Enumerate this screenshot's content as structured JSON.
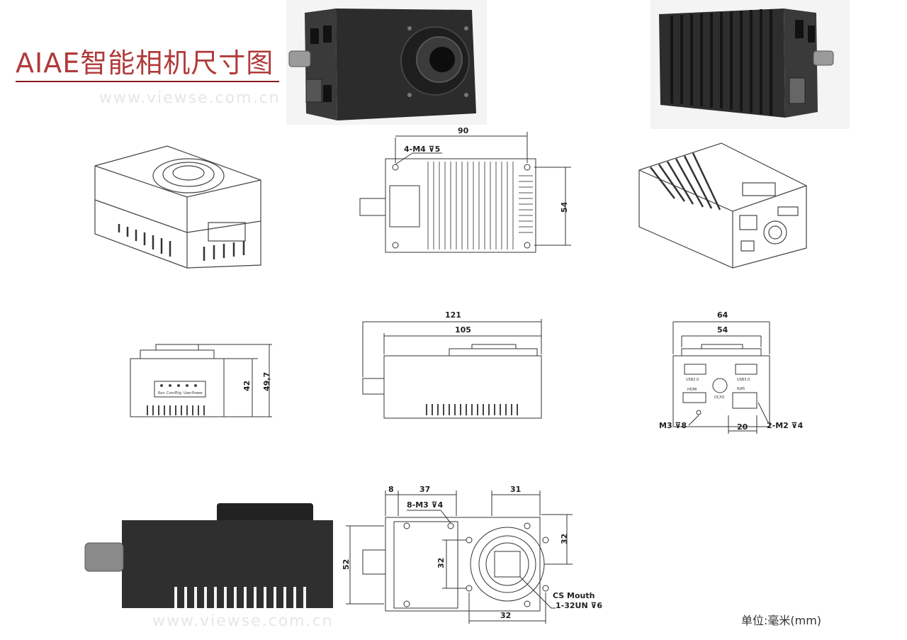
{
  "title": "AIAE智能相机尺寸图",
  "watermark": "www.viewse.com.cn",
  "unit_label": "单位:毫米(mm)",
  "top_view": {
    "width_dim": "90",
    "height_dim": "54",
    "hole_note": "4-M4 ⊽5"
  },
  "side_view": {
    "overall_length": "121",
    "body_length": "105"
  },
  "front_left": {
    "height_body": "42",
    "height_total": "49,7",
    "led_labels": [
      "Run",
      "Conn",
      "Trig",
      "User",
      "Power"
    ]
  },
  "rear_view": {
    "overall_width": "64",
    "body_width": "54",
    "spacing_dim": "20",
    "left_hole_note": "M3 ⊽8",
    "right_hole_note": "2-M2 ⊽4",
    "port_labels": [
      "USB2.0",
      "USB3.0",
      "HDMI",
      "DC/IO",
      "RJ45"
    ]
  },
  "bottom_view": {
    "dim_8": "8",
    "dim_37": "37",
    "dim_31": "31",
    "dim_52": "52",
    "dim_32_left": "32",
    "dim_32_right": "32",
    "dim_32_bottom": "32",
    "hole_note": "8-M3 ⊽4",
    "cs_mouth_label": "CS Mouth",
    "cs_thread_label": "1-32UN ⊽6"
  }
}
